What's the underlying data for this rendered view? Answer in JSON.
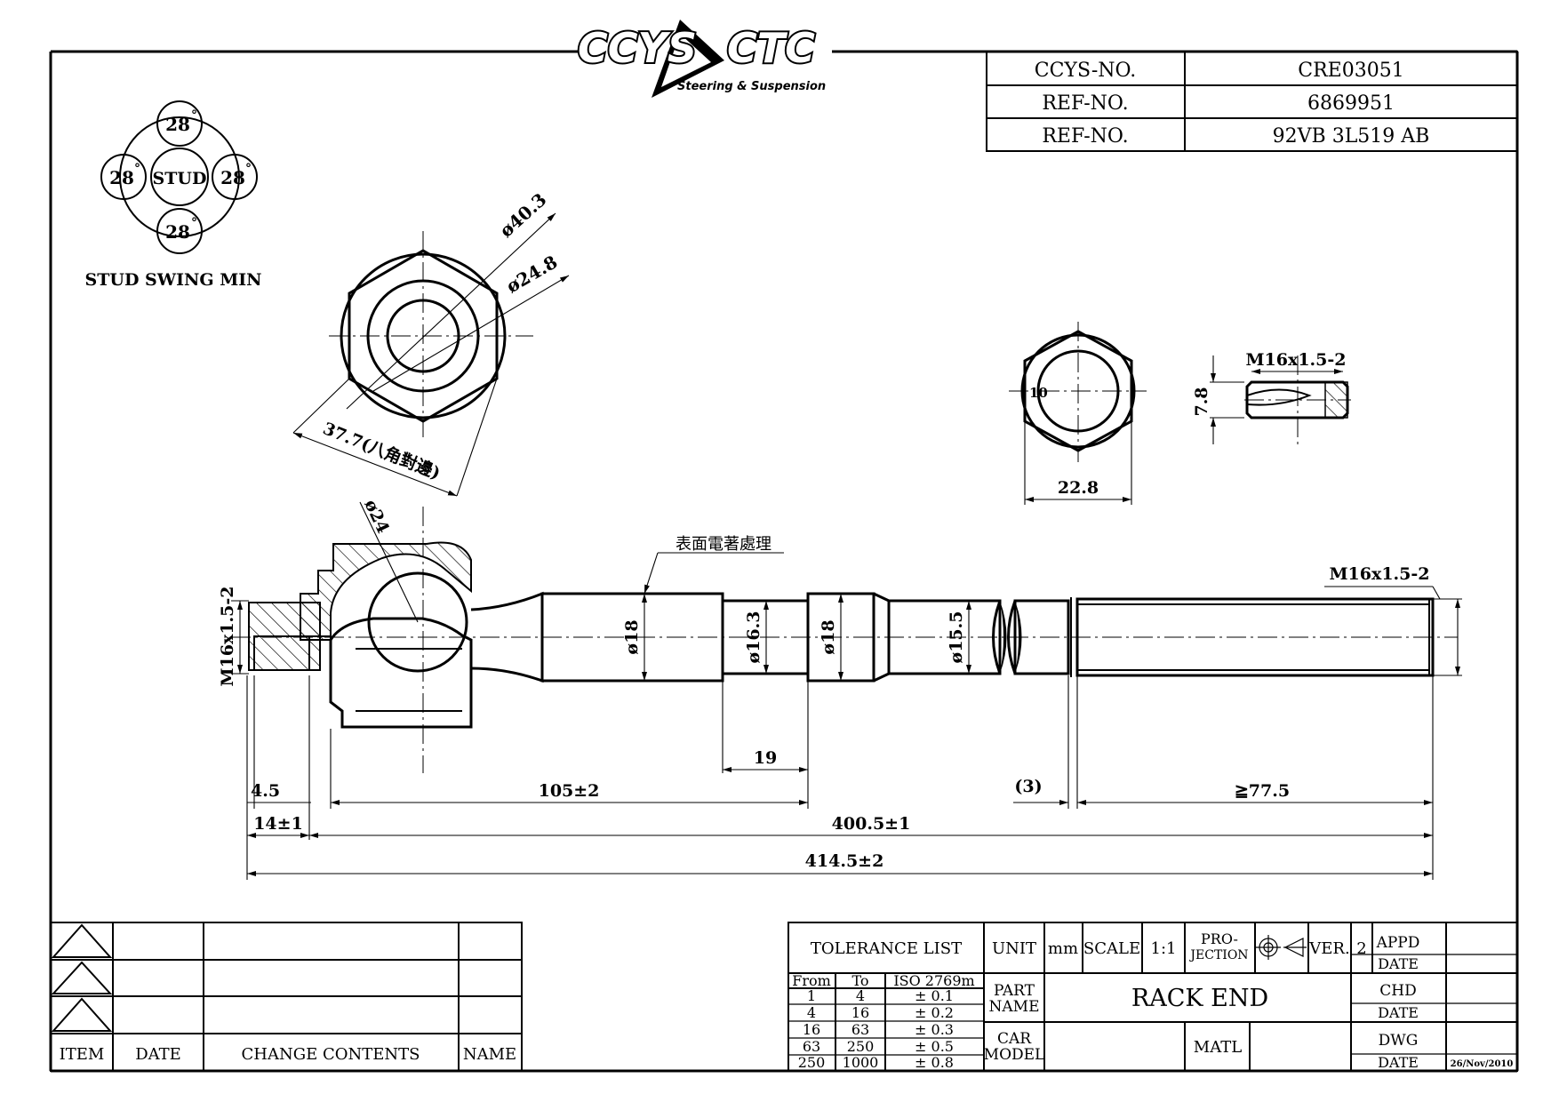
{
  "logo": {
    "left": "CCYS",
    "right": "CTC",
    "tagline": "Steering & Suspension"
  },
  "ref_table": [
    {
      "label": "CCYS-NO.",
      "value": "CRE03051"
    },
    {
      "label": "REF-NO.",
      "value": "6869951"
    },
    {
      "label": "REF-NO.",
      "value": "92VB 3L519 AB"
    }
  ],
  "stud_swing": {
    "top": "28",
    "left": "28",
    "right": "28",
    "bottom": "28",
    "center": "STUD",
    "degree": "°",
    "caption": "STUD SWING MIN"
  },
  "hex_view": {
    "d_outer": "ø40.3",
    "d_inner": "ø24.8",
    "across_flats": "37.7(八角對邊)"
  },
  "nut_view": {
    "hex_label": "10",
    "width": "22.8",
    "thread": "M16x1.5-2",
    "height": "7.8"
  },
  "rod_view": {
    "ball_dia": "ø24",
    "coating_note": "表面電著處理",
    "left_thread": "M16x1.5-2",
    "d1": "ø18",
    "d2": "ø16.3",
    "d3": "ø18",
    "d4": "ø15.5",
    "right_thread": "M16x1.5-2",
    "dim_19": "19",
    "dim_45": "4.5",
    "dim_105": "105±2",
    "dim_3": "(3)",
    "dim_775": "≧77.5",
    "dim_14": "14±1",
    "dim_4005": "400.5±1",
    "dim_4145": "414.5±2"
  },
  "revision_block": {
    "item": "ITEM",
    "date": "DATE",
    "change": "CHANGE CONTENTS",
    "name": "NAME"
  },
  "title_block": {
    "tolerance_title": "TOLERANCE LIST",
    "tol_headers": [
      "From",
      "To",
      "ISO 2769m"
    ],
    "tol_rows": [
      [
        "1",
        "4",
        "± 0.1"
      ],
      [
        "4",
        "16",
        "± 0.2"
      ],
      [
        "16",
        "63",
        "± 0.3"
      ],
      [
        "63",
        "250",
        "± 0.5"
      ],
      [
        "250",
        "1000",
        "± 0.8"
      ]
    ],
    "unit_label": "UNIT",
    "unit_value": "mm",
    "scale_label": "SCALE",
    "scale_value": "1:1",
    "projection_line1": "PRO-",
    "projection_line2": "JECTION",
    "ver_label": "VER.",
    "ver_value": "2",
    "part_label1": "PART",
    "part_label2": "NAME",
    "part_name": "RACK END",
    "car_label1": "CAR",
    "car_label2": "MODEL",
    "matl_label": "MATL",
    "appd": "APPD",
    "chd": "CHD",
    "dwg": "DWG",
    "date_label": "DATE",
    "dwg_date": "26/Nov/2010"
  }
}
